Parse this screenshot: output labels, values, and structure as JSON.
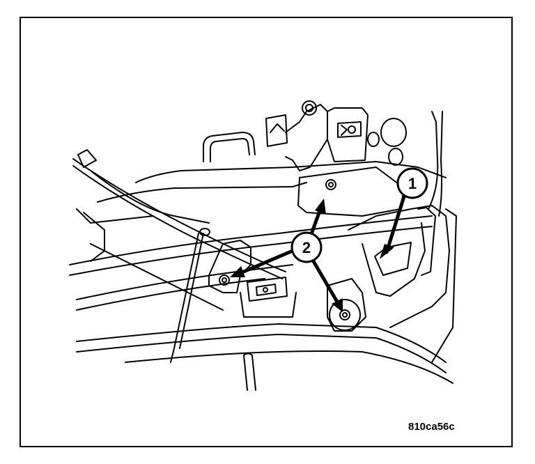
{
  "figure": {
    "reference_code": "810ca56c",
    "callouts": [
      {
        "id": "1",
        "label": "1"
      },
      {
        "id": "2",
        "label": "2"
      }
    ]
  },
  "colors": {
    "line": "#000000",
    "background": "#ffffff"
  }
}
